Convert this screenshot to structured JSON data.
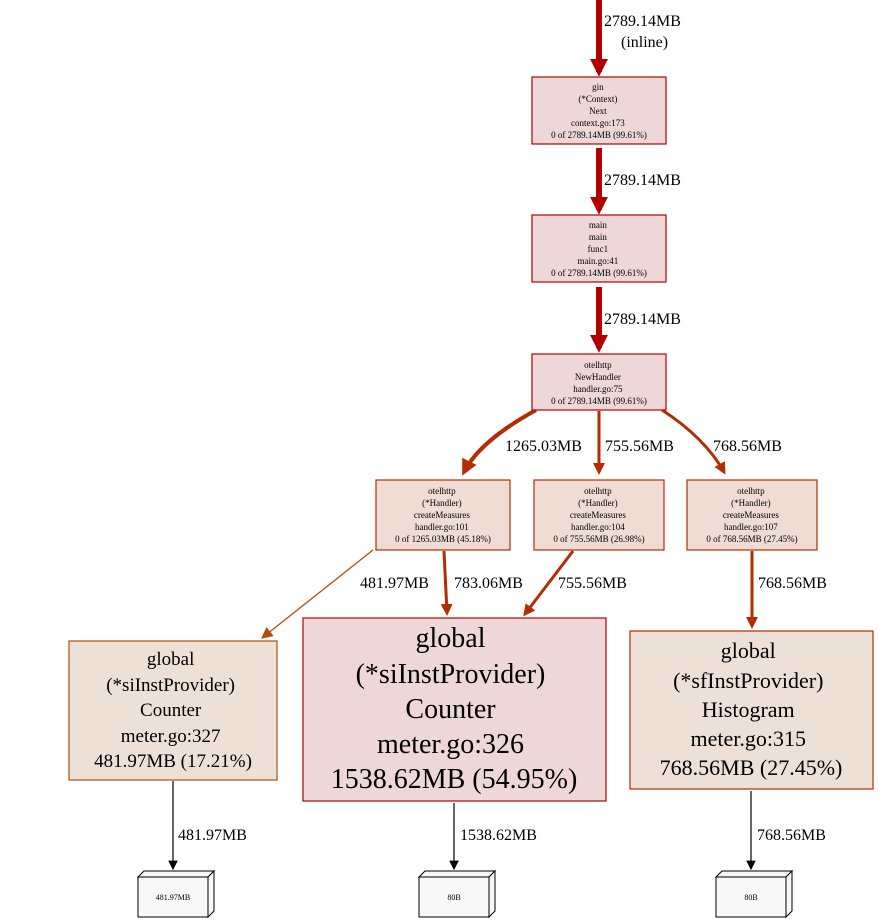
{
  "colors": {
    "hot": "#b20000",
    "medium": "#b22e00",
    "light": "#b24d0c",
    "node_fill_hot": "#eed7d7",
    "node_fill_medium": "#eedcd5",
    "node_fill_light": "#ede0d6",
    "leaf_fill": "#f8f8f8"
  },
  "nodes": {
    "gin_next": {
      "lines": [
        "gin",
        "(*Context)",
        "Next",
        "context.go:173",
        "0 of 2789.14MB (99.61%)"
      ]
    },
    "main_func1": {
      "lines": [
        "main",
        "main",
        "func1",
        "main.go:41",
        "0 of 2789.14MB (99.61%)"
      ]
    },
    "otel_newhandler": {
      "lines": [
        "otelhttp",
        "NewHandler",
        "handler.go:75",
        "0 of 2789.14MB (99.61%)"
      ]
    },
    "cm_101": {
      "lines": [
        "otelhttp",
        "(*Handler)",
        "createMeasures",
        "handler.go:101",
        "0 of 1265.03MB (45.18%)"
      ]
    },
    "cm_104": {
      "lines": [
        "otelhttp",
        "(*Handler)",
        "createMeasures",
        "handler.go:104",
        "0 of 755.56MB (26.98%)"
      ]
    },
    "cm_107": {
      "lines": [
        "otelhttp",
        "(*Handler)",
        "createMeasures",
        "handler.go:107",
        "0 of 768.56MB (27.45%)"
      ]
    },
    "counter_327": {
      "lines": [
        "global",
        "(*siInstProvider)",
        "Counter",
        "meter.go:327",
        "481.97MB (17.21%)"
      ]
    },
    "counter_326": {
      "lines": [
        "global",
        "(*siInstProvider)",
        "Counter",
        "meter.go:326",
        "1538.62MB (54.95%)"
      ]
    },
    "histogram_315": {
      "lines": [
        "global",
        "(*sfInstProvider)",
        "Histogram",
        "meter.go:315",
        "768.56MB (27.45%)"
      ]
    },
    "leaf_327": {
      "label": "481.97MB"
    },
    "leaf_326": {
      "label": "80B"
    },
    "leaf_315": {
      "label": "80B"
    }
  },
  "edges": {
    "top_in": {
      "label": "2789.14MB",
      "sublabel": "(inline)"
    },
    "gin_to_main": {
      "label": "2789.14MB"
    },
    "main_to_otel": {
      "label": "2789.14MB"
    },
    "otel_to_cm101": {
      "label": "1265.03MB"
    },
    "otel_to_cm104": {
      "label": "755.56MB"
    },
    "otel_to_cm107": {
      "label": "768.56MB"
    },
    "cm101_to_c327": {
      "label": "481.97MB"
    },
    "cm101_to_c326": {
      "label": "783.06MB"
    },
    "cm104_to_c326": {
      "label": "755.56MB"
    },
    "cm107_to_h315": {
      "label": "768.56MB"
    },
    "c327_to_leaf": {
      "label": "481.97MB"
    },
    "c326_to_leaf": {
      "label": "1538.62MB"
    },
    "h315_to_leaf": {
      "label": "768.56MB"
    }
  }
}
